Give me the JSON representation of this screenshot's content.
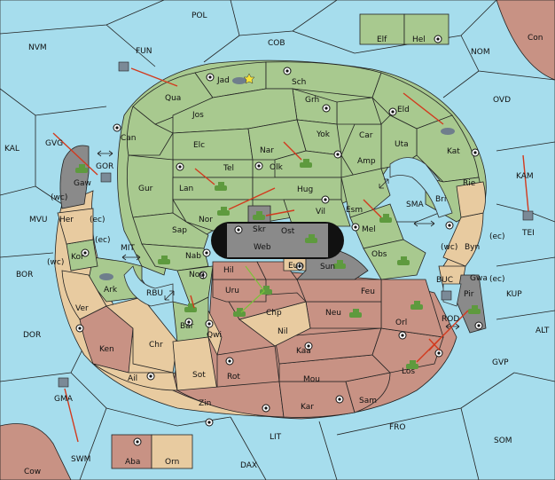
{
  "colors": {
    "sea": "#a6dded",
    "player_green": "#a8c98f",
    "player_brown": "#c89284",
    "neutral_tan": "#e8cba0",
    "impassable_gray": "#8a8a8a",
    "order_arrow": "#d23a1e",
    "unit_green": "#5e9a3e",
    "unit_gray": "#6f7e8c"
  },
  "regions": [
    {
      "id": "POL",
      "label": "POL"
    },
    {
      "id": "NVM",
      "label": "NVM"
    },
    {
      "id": "FUN",
      "label": "FUN"
    },
    {
      "id": "COB",
      "label": "COB"
    },
    {
      "id": "NOM",
      "label": "NOM"
    },
    {
      "id": "Con",
      "label": "Con"
    },
    {
      "id": "Elf",
      "label": "Elf"
    },
    {
      "id": "Hel",
      "label": "Hel"
    },
    {
      "id": "OVD",
      "label": "OVD"
    },
    {
      "id": "KAL",
      "label": "KAL"
    },
    {
      "id": "GVG",
      "label": "GVG"
    },
    {
      "id": "GOR",
      "label": "GOR"
    },
    {
      "id": "Gaw",
      "label": "Gaw"
    },
    {
      "id": "wc1",
      "label": "(wc)"
    },
    {
      "id": "MVU",
      "label": "MVU"
    },
    {
      "id": "Her",
      "label": "Her"
    },
    {
      "id": "ec1",
      "label": "(ec)"
    },
    {
      "id": "ec2",
      "label": "(ec)"
    },
    {
      "id": "wc2",
      "label": "(wc)"
    },
    {
      "id": "Kor",
      "label": "Kor"
    },
    {
      "id": "BOR",
      "label": "BOR"
    },
    {
      "id": "MIT",
      "label": "MIT"
    },
    {
      "id": "Ark",
      "label": "Ark"
    },
    {
      "id": "RBU",
      "label": "RBU"
    },
    {
      "id": "Ver",
      "label": "Ver"
    },
    {
      "id": "DOR",
      "label": "DOR"
    },
    {
      "id": "Ken",
      "label": "Ken"
    },
    {
      "id": "Chr",
      "label": "Chr"
    },
    {
      "id": "Ail",
      "label": "Ail"
    },
    {
      "id": "GMA",
      "label": "GMA"
    },
    {
      "id": "SWM",
      "label": "SWM"
    },
    {
      "id": "Cow",
      "label": "Cow"
    },
    {
      "id": "Aba",
      "label": "Aba"
    },
    {
      "id": "Orn",
      "label": "Orn"
    },
    {
      "id": "DAX",
      "label": "DAX"
    },
    {
      "id": "LIT",
      "label": "LIT"
    },
    {
      "id": "Zin",
      "label": "Zin"
    },
    {
      "id": "Kar",
      "label": "Kar"
    },
    {
      "id": "Sam",
      "label": "Sam"
    },
    {
      "id": "FRO",
      "label": "FRO"
    },
    {
      "id": "SOM",
      "label": "SOM"
    },
    {
      "id": "GVP",
      "label": "GVP"
    },
    {
      "id": "ALT",
      "label": "ALT"
    },
    {
      "id": "KUP",
      "label": "KUP"
    },
    {
      "id": "ec3",
      "label": "(ec)"
    },
    {
      "id": "Gwa",
      "label": "Gwa"
    },
    {
      "id": "Pir",
      "label": "Pir"
    },
    {
      "id": "BUC",
      "label": "BUC"
    },
    {
      "id": "ROD",
      "label": "ROD"
    },
    {
      "id": "Los",
      "label": "Los"
    },
    {
      "id": "Orl",
      "label": "Orl"
    },
    {
      "id": "Mou",
      "label": "Mou"
    },
    {
      "id": "Kaa",
      "label": "Kaa"
    },
    {
      "id": "Rot",
      "label": "Rot"
    },
    {
      "id": "Sot",
      "label": "Sot"
    },
    {
      "id": "Qwi",
      "label": "Qwi"
    },
    {
      "id": "Bar",
      "label": "Bar"
    },
    {
      "id": "Nog",
      "label": "Nog"
    },
    {
      "id": "Nil",
      "label": "Nil"
    },
    {
      "id": "Chp",
      "label": "Chp"
    },
    {
      "id": "Neu",
      "label": "Neu"
    },
    {
      "id": "Feu",
      "label": "Feu"
    },
    {
      "id": "Uru",
      "label": "Uru"
    },
    {
      "id": "Hil",
      "label": "Hil"
    },
    {
      "id": "Eun",
      "label": "Eun"
    },
    {
      "id": "Sun",
      "label": "Sun"
    },
    {
      "id": "Web",
      "label": "Web"
    },
    {
      "id": "Skr",
      "label": "Skr"
    },
    {
      "id": "Ost",
      "label": "Ost"
    },
    {
      "id": "Obs",
      "label": "Obs"
    },
    {
      "id": "Mel",
      "label": "Mel"
    },
    {
      "id": "Esm",
      "label": "Esm"
    },
    {
      "id": "SMA",
      "label": "SMA"
    },
    {
      "id": "Byn",
      "label": "Byn"
    },
    {
      "id": "wc3",
      "label": "(wc)"
    },
    {
      "id": "ec4",
      "label": "(ec)"
    },
    {
      "id": "Rie",
      "label": "Rie"
    },
    {
      "id": "Bri",
      "label": "Bri"
    },
    {
      "id": "KAM",
      "label": "KAM"
    },
    {
      "id": "TEI",
      "label": "TEI"
    },
    {
      "id": "Kat",
      "label": "Kat"
    },
    {
      "id": "Uta",
      "label": "Uta"
    },
    {
      "id": "Eld",
      "label": "Eld"
    },
    {
      "id": "Amp",
      "label": "Amp"
    },
    {
      "id": "Car",
      "label": "Car"
    },
    {
      "id": "Yok",
      "label": "Yok"
    },
    {
      "id": "Grh",
      "label": "Grh"
    },
    {
      "id": "Sch",
      "label": "Sch"
    },
    {
      "id": "Jad",
      "label": "Jad"
    },
    {
      "id": "Qua",
      "label": "Qua"
    },
    {
      "id": "Jos",
      "label": "Jos"
    },
    {
      "id": "Can",
      "label": "Can"
    },
    {
      "id": "Elc",
      "label": "Elc"
    },
    {
      "id": "Nar",
      "label": "Nar"
    },
    {
      "id": "Olk",
      "label": "Olk"
    },
    {
      "id": "Tel",
      "label": "Tel"
    },
    {
      "id": "Gur",
      "label": "Gur"
    },
    {
      "id": "Lan",
      "label": "Lan"
    },
    {
      "id": "Hug",
      "label": "Hug"
    },
    {
      "id": "Vil",
      "label": "Vil"
    },
    {
      "id": "Nor",
      "label": "Nor"
    },
    {
      "id": "Sap",
      "label": "Sap"
    },
    {
      "id": "Nab",
      "label": "Nab"
    }
  ]
}
